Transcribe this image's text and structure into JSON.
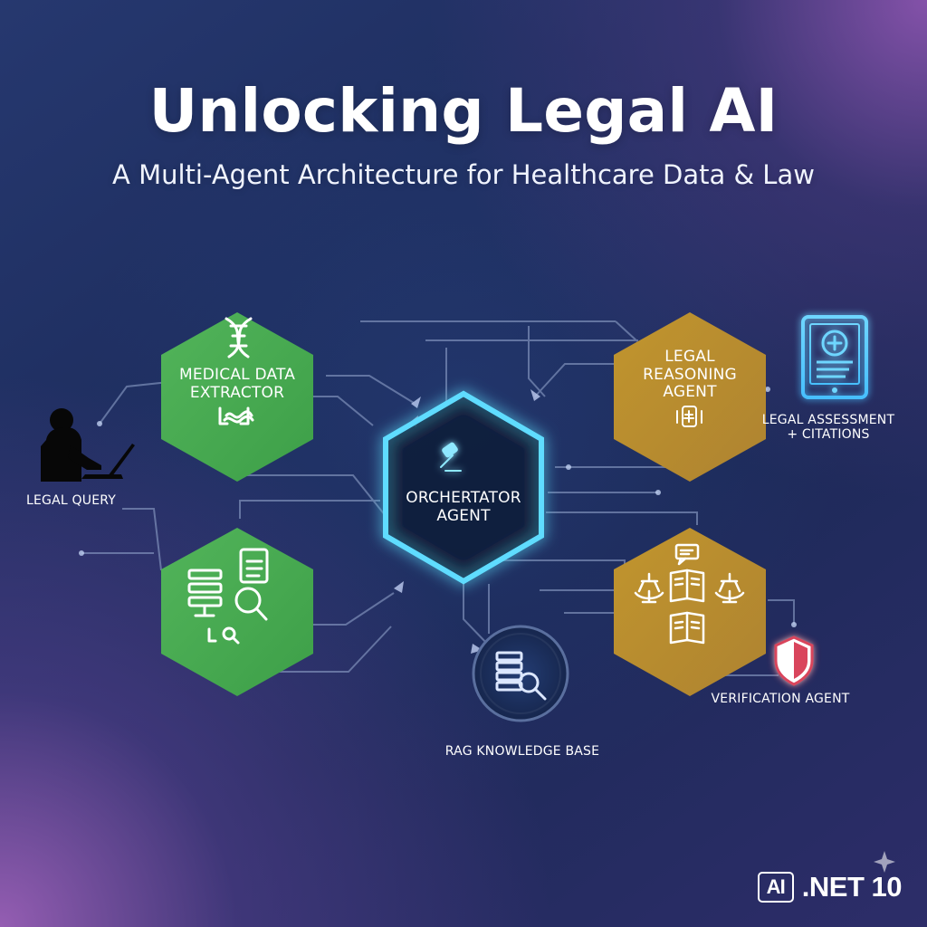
{
  "header": {
    "title": "Unlocking Legal AI",
    "subtitle": "A Multi-Agent Architecture for Healthcare Data & Law"
  },
  "diagram": {
    "nodes": {
      "medical_data_extractor": {
        "line1": "MEDICAL DATA",
        "line2": "EXTRACTOR"
      },
      "legal_reasoning_agent": {
        "line1": "LEGAL",
        "line2": "REASONING",
        "line3": "AGENT"
      },
      "orchestrator_agent": {
        "line1": "ORCHERTATOR",
        "line2": "AGENT"
      }
    },
    "captions": {
      "legal_query": "LEGAL QUERY",
      "legal_assessment_line1": "LEGAL ASSESSMENT",
      "legal_assessment_line2": "+ CITATIONS",
      "rag_knowledge_base": "RAG KNOWLEDGE BASE",
      "verification_agent": "VERIFICATION AGENT"
    },
    "colors": {
      "green_hex": "#46a84f",
      "gold_hex": "#b98c2e",
      "blue_glow": "#5fdcff",
      "line_color": "#8ea0c8",
      "red_shield": "#d9445b"
    },
    "icons": {
      "user": "user-at-laptop-icon",
      "dna": "dna-icon",
      "device": "medical-tablet-icon",
      "gavel": "gavel-icon",
      "document": "document-scale-icon",
      "database": "database-search-icon",
      "rag": "rag-search-icon",
      "shield": "shield-icon",
      "brand": "dotnet-logo"
    }
  },
  "branding": {
    "badge": "AI",
    "product": ".NET 10"
  }
}
